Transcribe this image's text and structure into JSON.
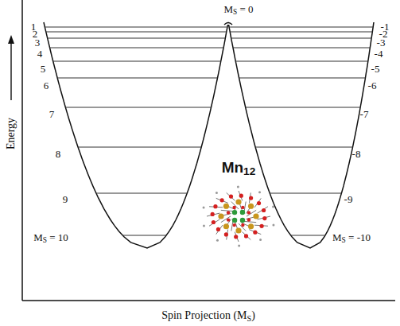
{
  "diagram": {
    "labels": [
      "MS = 0",
      "1",
      "2",
      "3",
      "4",
      "5",
      "6",
      "7",
      "8",
      "9",
      "MS = 10",
      "-1",
      "-2",
      "-3",
      "-4",
      "-5",
      "-6",
      "-7",
      "-8",
      "-9",
      "MS = -10",
      "Mn12",
      "Energy",
      "Spin Projection (MS)"
    ]
  }
}
